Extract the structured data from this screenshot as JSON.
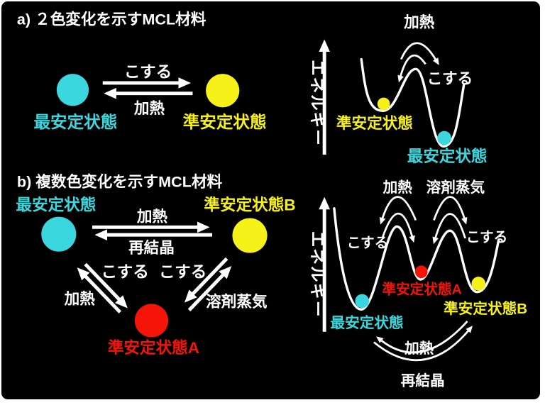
{
  "colors": {
    "cyan": "#3bd7de",
    "yellow": "#f6f118",
    "red": "#f41408",
    "white": "#ffffff",
    "background": "#000000"
  },
  "panel_a": {
    "title": "a) ２色変化を示すMCL材料",
    "scheme": {
      "stable_label": "最安定状態",
      "metastable_label": "準安定状態",
      "rub_label": "こする",
      "heat_label": "加熱"
    },
    "energy": {
      "axis_label": "エネルギー",
      "heat_label": "加熱",
      "rub_label": "こする",
      "metastable_label": "準安定状態",
      "stable_label": "最安定状態"
    }
  },
  "panel_b": {
    "title": "b) 複数色変化を示すMCL材料",
    "scheme": {
      "stable_label": "最安定状態",
      "metastable_b_label": "準安定状態B",
      "metastable_a_label": "準安定状態A",
      "heat_top_label": "加熱",
      "recrystallize_label": "再結晶",
      "rub_left_label": "こする",
      "rub_right_label": "こする",
      "heat_left_label": "加熱",
      "solvent_vapor_label": "溶剤蒸気"
    },
    "energy": {
      "axis_label": "エネルギー",
      "heat_top_label": "加熱",
      "solvent_vapor_label": "溶剤蒸気",
      "rub_left_label": "こする",
      "rub_right_label": "こする",
      "metastable_a_label": "準安定状態A",
      "metastable_b_label": "準安定状態B",
      "stable_label": "最安定状態",
      "heat_bottom_label": "加熱",
      "recrystallize_label": "再結晶"
    }
  }
}
